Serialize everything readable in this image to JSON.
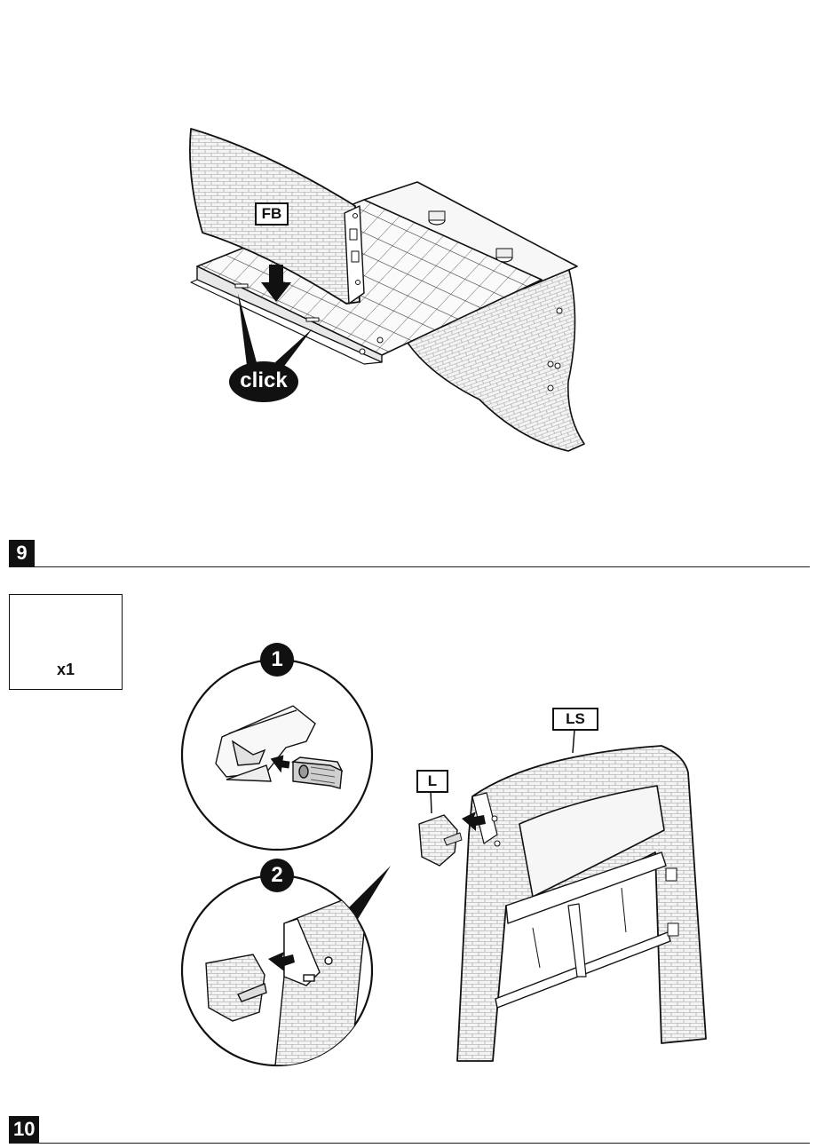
{
  "step8": {
    "part_label": "FB",
    "action_badge": "click"
  },
  "step9": {
    "number": "9",
    "parts": {
      "quantity": "x1"
    },
    "callouts": [
      "1",
      "2"
    ],
    "part_labels": {
      "side": "LS",
      "cap": "L"
    }
  },
  "step10": {
    "number": "10"
  }
}
